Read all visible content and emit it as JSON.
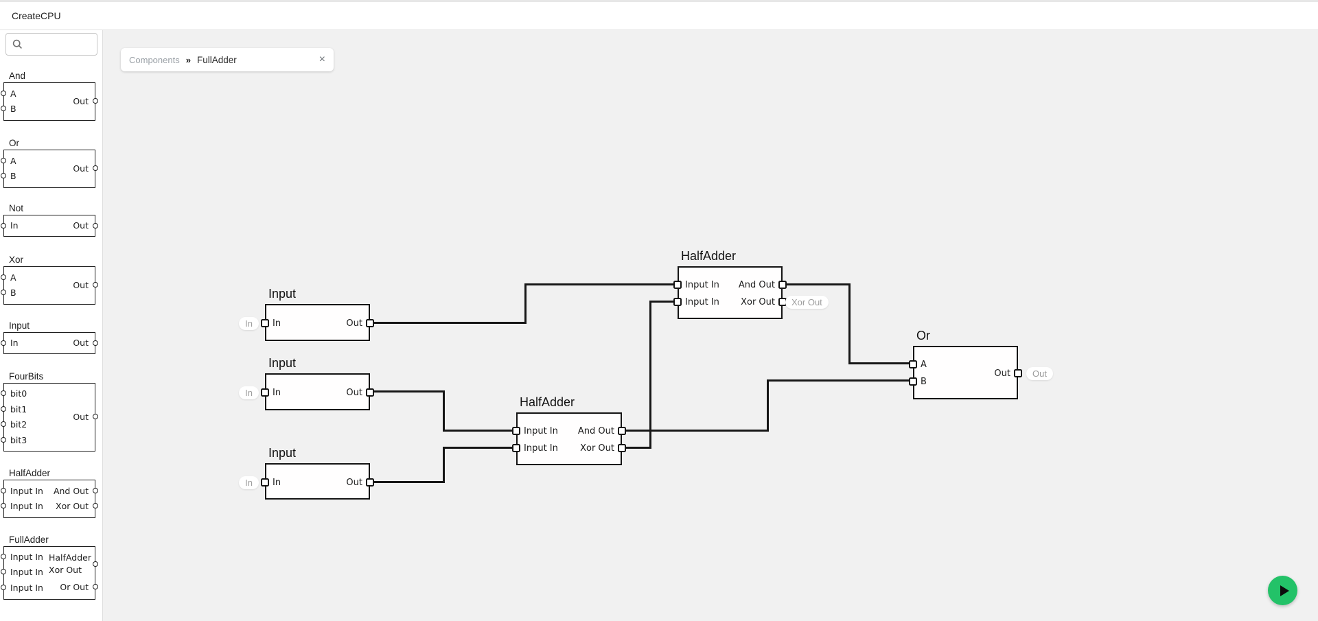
{
  "app": {
    "title": "CreateCPU"
  },
  "sidebar": {
    "search": {
      "placeholder": ""
    },
    "components": [
      {
        "name": "And",
        "in1": "A",
        "in2": "B",
        "out": "Out"
      },
      {
        "name": "Or",
        "in1": "A",
        "in2": "B",
        "out": "Out"
      },
      {
        "name": "Not",
        "in1": "In",
        "out": "Out"
      },
      {
        "name": "Xor",
        "in1": "A",
        "in2": "B",
        "out": "Out"
      },
      {
        "name": "Input",
        "in1": "In",
        "out": "Out"
      },
      {
        "name": "FourBits",
        "in1": "bit0",
        "in2": "bit1",
        "in3": "bit2",
        "in4": "bit3",
        "out": "Out"
      },
      {
        "name": "HalfAdder",
        "in1": "Input In",
        "in2": "Input In",
        "out1": "And Out",
        "out2": "Xor Out"
      },
      {
        "name": "FullAdder",
        "in1": "Input In",
        "in2": "Input In",
        "in3": "Input In",
        "out1_line1": "HalfAdder",
        "out1_line2": "Xor Out",
        "out2": "Or Out"
      }
    ]
  },
  "tab": {
    "breadcrumb": "Components",
    "separator": "»",
    "title": "FullAdder",
    "close_label": "×"
  },
  "canvas": {
    "blocks": {
      "input1": {
        "title": "Input",
        "external_label": "In",
        "port_in": "In",
        "port_out": "Out"
      },
      "input2": {
        "title": "Input",
        "external_label": "In",
        "port_in": "In",
        "port_out": "Out"
      },
      "input3": {
        "title": "Input",
        "external_label": "In",
        "port_in": "In",
        "port_out": "Out"
      },
      "halfadder_top": {
        "title": "HalfAdder",
        "in1": "Input In",
        "in2": "Input In",
        "out1": "And Out",
        "out2": "Xor Out",
        "external_out": "Xor Out"
      },
      "halfadder_bottom": {
        "title": "HalfAdder",
        "in1": "Input In",
        "in2": "Input In",
        "out1": "And Out",
        "out2": "Xor Out"
      },
      "or1": {
        "title": "Or",
        "in1": "A",
        "in2": "B",
        "out": "Out",
        "external_out": "Out"
      }
    }
  },
  "controls": {
    "run_button_icon": "play-icon"
  },
  "colors": {
    "play_button": "#23c268",
    "wire": "#161616",
    "canvas_bg": "#f1f1f1",
    "muted_text": "#9aa0a6"
  }
}
